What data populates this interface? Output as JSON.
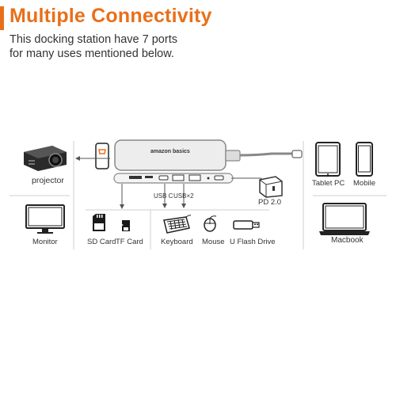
{
  "header": {
    "title": "Multiple Connectivity",
    "subtitle_line1": "This docking station have 7 ports",
    "subtitle_line2": "for many uses mentioned below."
  },
  "hub": {
    "brand": "amazon basics"
  },
  "labels": {
    "projector": "projector",
    "monitor": "Monitor",
    "sd_card": "SD Card",
    "tf_card": "TF Card",
    "keyboard": "Keyboard",
    "mouse": "Mouse",
    "usb_drive": "U Flash Drive",
    "usb_c": "USB C",
    "usb_x2": "USB×2",
    "pd": "PD 2.0",
    "tablet": "Tablet PC",
    "mobile": "Mobile",
    "macbook": "Macbook"
  },
  "colors": {
    "accent": "#e8701a",
    "line": "#9a9a9a",
    "dark": "#222222"
  },
  "icons": [
    "projector-icon",
    "hdmi-icon",
    "monitor-icon",
    "sd-card-icon",
    "tf-card-icon",
    "keyboard-icon",
    "mouse-icon",
    "usb-drive-icon",
    "charger-icon",
    "tablet-icon",
    "phone-icon",
    "laptop-icon",
    "hub-icon"
  ]
}
